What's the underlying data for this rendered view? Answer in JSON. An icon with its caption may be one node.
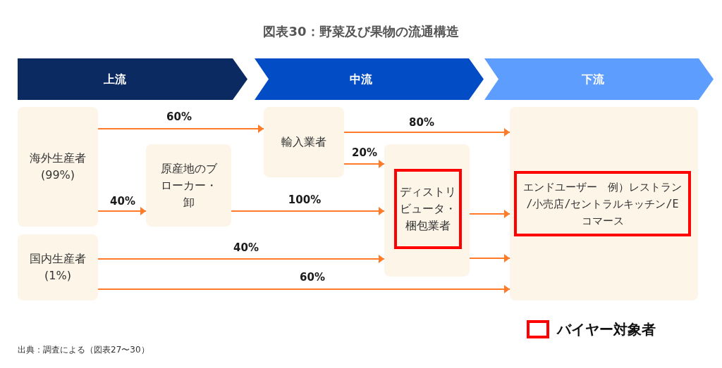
{
  "diagram": {
    "title": "図表30：野菜及び果物の流通構造",
    "nodes": [
      {
        "text": [
          "上流"
        ]
      },
      {
        "text": [
          "中流"
        ]
      },
      {
        "text": [
          "下流"
        ]
      },
      {
        "text": [
          "海外生産者",
          "(99%)"
        ]
      },
      {
        "text": [
          "国内生産者",
          "(1%)"
        ]
      },
      {
        "text": [
          "原産地のブローカー・卸"
        ]
      },
      {
        "text": [
          "輸入業者"
        ]
      },
      {
        "text": [],
        "shape": "box"
      },
      {
        "text": [
          "ディストリビュータ・梱包業者"
        ],
        "in": 7
      },
      {
        "text": [],
        "shape": "box"
      },
      {
        "text": [
          "エンドユーザー　例）レストラン/小売店/セントラルキッチン/Eコマース"
        ],
        "in": 9
      }
    ],
    "edges": [
      {
        "from": 3,
        "to": 6,
        "arrow": "to",
        "label": "60%"
      },
      {
        "from": 3,
        "to": 5,
        "arrow": "to",
        "label": "40%"
      },
      {
        "from": 6,
        "to": 9,
        "arrow": "to",
        "label": "80%"
      },
      {
        "from": 6,
        "to": 7,
        "arrow": "to",
        "label": "20%"
      },
      {
        "from": 5,
        "to": 7,
        "arrow": "to",
        "label": "100%"
      },
      {
        "from": 4,
        "to": 7,
        "arrow": "to",
        "label": "40%"
      },
      {
        "from": 4,
        "to": 9,
        "arrow": "to",
        "label": "60%"
      },
      {
        "from": 7,
        "to": 9,
        "arrow": "to"
      },
      {
        "from": 7,
        "to": 9,
        "arrow": "to"
      }
    ],
    "labels": [
      "出典：調査による（図表27〜30）"
    ],
    "legend": [
      {
        "text": "バイヤー対象者"
      }
    ]
  }
}
